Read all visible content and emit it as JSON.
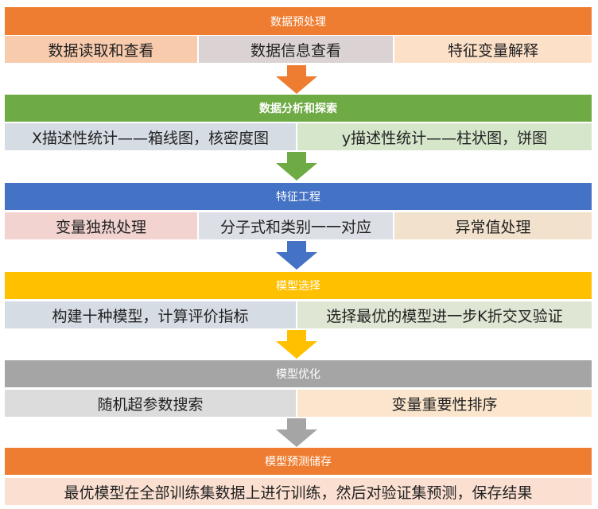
{
  "stages": [
    {
      "title": "数据预处理",
      "color": "#ef7d31",
      "items": [
        "数据读取和查看",
        "数据信息查看",
        "特征变量解释"
      ]
    },
    {
      "title": "数据分析和探索",
      "color": "#6fab45",
      "items": [
        "X描述性统计——箱线图，核密度图",
        "y描述性统计——柱状图，饼图"
      ]
    },
    {
      "title": "特征工程",
      "color": "#4472c4",
      "items": [
        "变量独热处理",
        "分子式和类别一一对应",
        "异常值处理"
      ]
    },
    {
      "title": "模型选择",
      "color": "#ffc000",
      "items": [
        "构建十种模型，计算评价指标",
        "选择最优的模型进一步K折交叉验证"
      ]
    },
    {
      "title": "模型优化",
      "color": "#a5a5a5",
      "items": [
        "随机超参数搜索",
        "变量重要性排序"
      ]
    },
    {
      "title": "模型预测储存",
      "color": "#ef7d31",
      "items": [
        "最优模型在全部训练集数据上进行训练，然后对验证集预测，保存结果"
      ]
    }
  ],
  "arrows": [
    {
      "icon": "down-arrow-icon",
      "color": "#ef7d31"
    },
    {
      "icon": "down-arrow-icon",
      "color": "#6fab45"
    },
    {
      "icon": "down-arrow-icon",
      "color": "#4472c4"
    },
    {
      "icon": "down-arrow-icon",
      "color": "#ffc000"
    },
    {
      "icon": "down-arrow-icon",
      "color": "#a5a5a5"
    }
  ]
}
